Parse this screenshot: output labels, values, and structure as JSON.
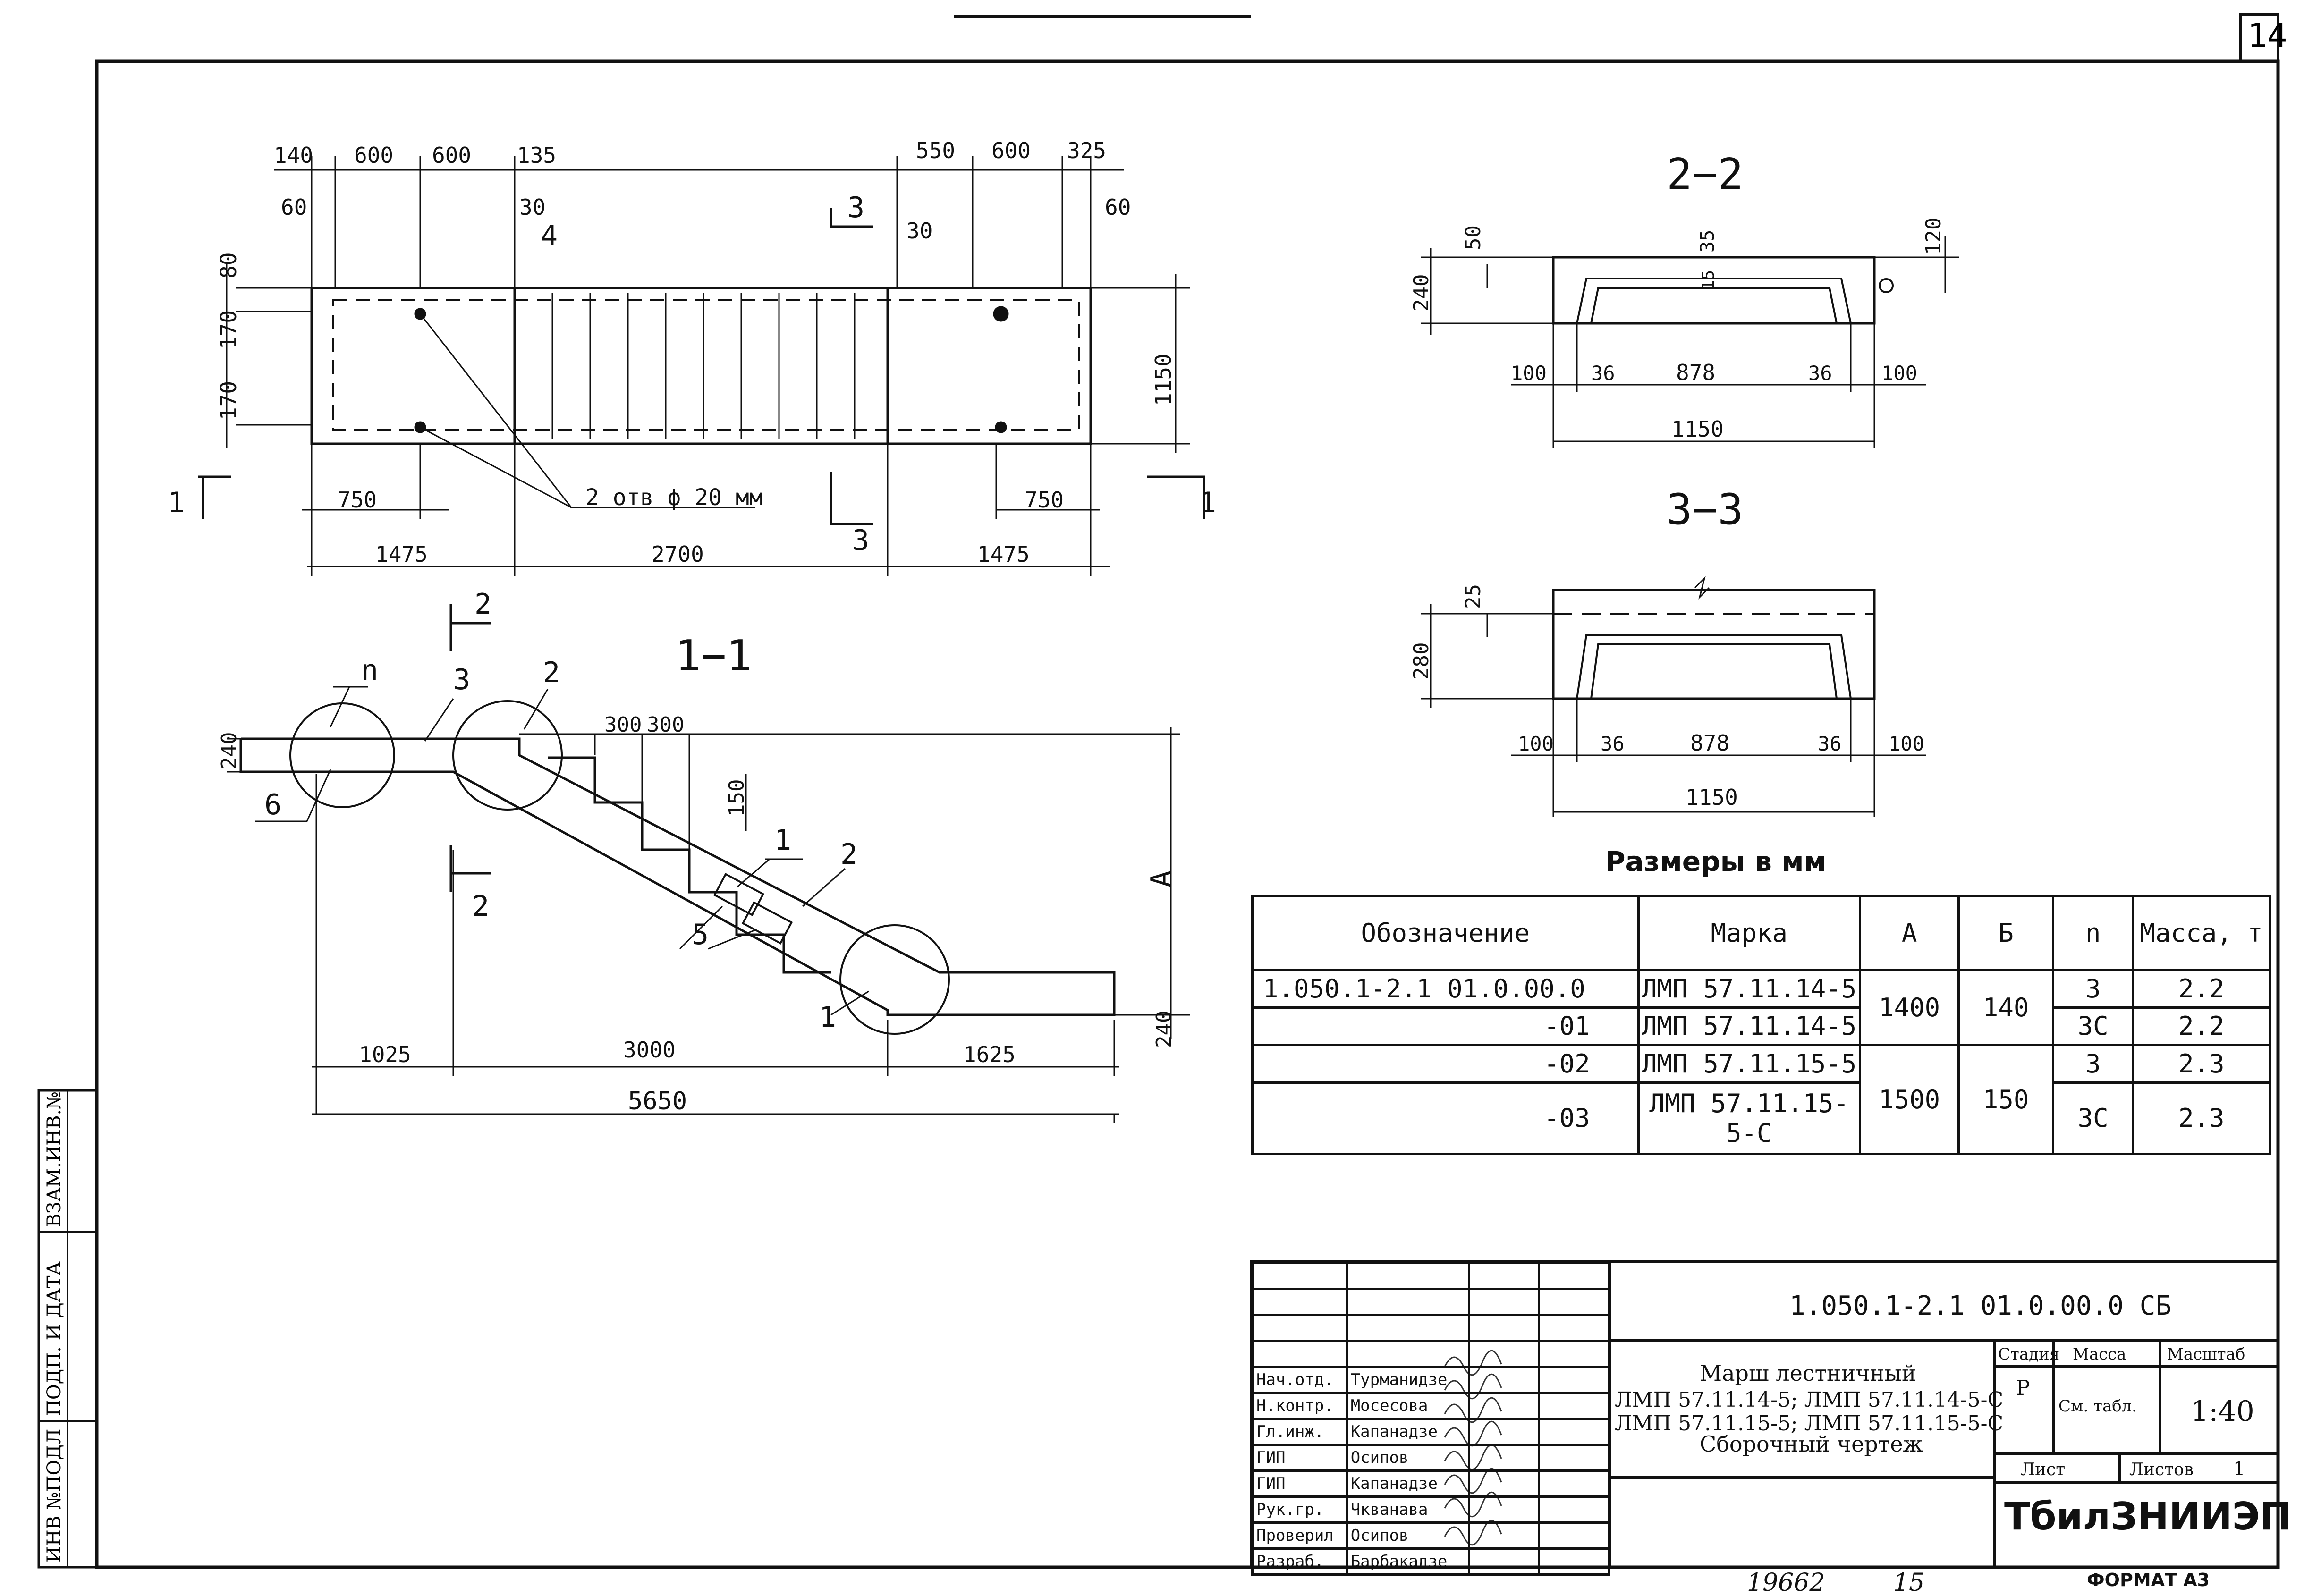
{
  "sheet": {
    "page_number": "14",
    "format": "ФОРМАТ А3",
    "footer_number": "19662",
    "footer_sheet": "15",
    "side_labels": [
      "ВЗАМ.ИНВ.№",
      "ПОДП. И ДАТА",
      "ИНВ №ПОДЛ"
    ]
  },
  "plan": {
    "top_dims_left": [
      "140",
      "600",
      "600",
      "135"
    ],
    "top_dims_right": [
      "550",
      "600",
      "325"
    ],
    "small_dims": [
      "60",
      "30",
      "30",
      "60"
    ],
    "callout_4": "4",
    "left_dims": [
      "80",
      "170",
      "170"
    ],
    "right_dim": "1150",
    "section_3_label": "3",
    "section_1_label": "1",
    "dims_750": [
      "750",
      "750"
    ],
    "holes_note": "2 отв ϕ 20 мм",
    "bottom_dims": [
      "1475",
      "2700",
      "1475"
    ]
  },
  "section_1_1": {
    "title": "1−1",
    "section_2_label": "2",
    "callouts": [
      "n",
      "3",
      "2",
      "6",
      "5",
      "1",
      "2",
      "1"
    ],
    "step_dims": [
      "300",
      "300"
    ],
    "riser_dim": "150",
    "left_dim": "240",
    "height_label": "А",
    "bottom_right_dim": "240",
    "bottom_dims": [
      "1025",
      "3000",
      "1625"
    ],
    "total_length": "5650"
  },
  "section_2_2": {
    "title": "2−2",
    "dims_left": [
      "240",
      "50"
    ],
    "dims_mid": [
      "35",
      "15"
    ],
    "dim_right": "120",
    "dims_bottom": [
      "100",
      "36",
      "878",
      "36",
      "100"
    ],
    "width": "1150"
  },
  "section_3_3": {
    "title": "3−3",
    "dims_left": [
      "280",
      "25"
    ],
    "dims_bottom": [
      "100",
      "36",
      "878",
      "36",
      "100"
    ],
    "width": "1150"
  },
  "units_note": "Размеры в мм",
  "spec_table": {
    "headers": [
      "Обозначение",
      "Марка",
      "А",
      "Б",
      "n",
      "Масса, т"
    ],
    "rows": [
      {
        "designation": "1.050.1-2.1 01.0.00.0",
        "mark": "ЛМП 57.11.14-5",
        "a": "1400",
        "b": "140",
        "n": "3",
        "mass": "2.2"
      },
      {
        "designation": "-01",
        "mark": "ЛМП 57.11.14-5",
        "a": "",
        "b": "",
        "n": "3С",
        "mass": "2.2"
      },
      {
        "designation": "-02",
        "mark": "ЛМП 57.11.15-5",
        "a": "1500",
        "b": "150",
        "n": "3",
        "mass": "2.3"
      },
      {
        "designation": "-03",
        "mark": "ЛМП 57.11.15-5-С",
        "a": "",
        "b": "",
        "n": "3С",
        "mass": "2.3"
      }
    ]
  },
  "title_block": {
    "doc_code": "1.050.1-2.1 01.0.00.0 СБ",
    "title_line1": "Марш лестничный",
    "title_line2": "ЛМП 57.11.14-5; ЛМП 57.11.14-5-С",
    "title_line3": "ЛМП 57.11.15-5; ЛМП 57.11.15-5-С",
    "title_line4": "Сборочный чертеж",
    "col_stage": "Стадия",
    "col_mass": "Масса",
    "col_scale": "Масштаб",
    "stage": "Р",
    "mass": "См. табл.",
    "scale": "1:40",
    "sheet_label": "Лист",
    "sheets_label": "Листов",
    "sheets_count": "1",
    "org": "ТбилЗНИИЭП",
    "signatures": [
      {
        "role": "Нач.отд.",
        "name": "Турманидзе"
      },
      {
        "role": "Н.контр.",
        "name": "Мосесова"
      },
      {
        "role": "Гл.инж.",
        "name": "Капанадзе"
      },
      {
        "role": "ГИП",
        "name": "Осипов"
      },
      {
        "role": "ГИП",
        "name": "Капанадзе"
      },
      {
        "role": "Рук.гр.",
        "name": "Чкванава"
      },
      {
        "role": "Проверил",
        "name": "Осипов"
      },
      {
        "role": "Разраб.",
        "name": "Барбакадзе"
      }
    ]
  }
}
